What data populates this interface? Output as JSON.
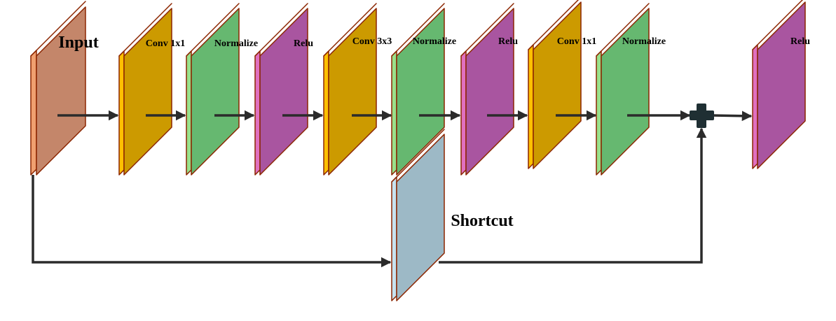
{
  "diagram": {
    "labels": {
      "input": "Input",
      "conv1": "Conv 1x1",
      "norm1": "Normalize",
      "relu1": "Relu",
      "conv2": "Conv 3x3",
      "norm2": "Normalize",
      "relu2": "Relu",
      "conv3": "Conv 1x1",
      "norm3": "Normalize",
      "relu_out": "Relu",
      "shortcut": "Shortcut"
    },
    "colors": {
      "input_face": "#c4866a",
      "input_edge": "#f0a070",
      "conv_face": "#cc9a00",
      "conv_edge": "#ffc000",
      "norm_face": "#66b870",
      "norm_edge": "#99e08a",
      "relu_face": "#a955a0",
      "relu_edge": "#e070c0",
      "shortcut_face": "#9db9c6",
      "shortcut_edge": "#c6e2f0",
      "outline": "#8b2500",
      "arrow": "#2b2b2b",
      "plus": "#1f2f33"
    },
    "icons": {
      "add": "plus-icon"
    }
  }
}
